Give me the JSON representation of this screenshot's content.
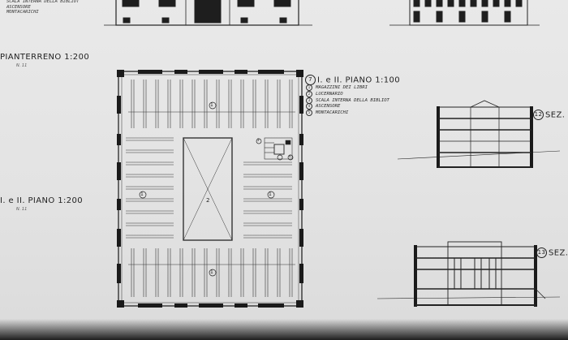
{
  "top_left_legend": [
    "SCALA INTERNA DELLA BIBLIOT",
    "ASCENSORE",
    "MONTACARICHI"
  ],
  "labels": {
    "ground_floor": "PIANTERRENO 1:200",
    "ground_floor_ref": "N. 11",
    "upper_floors_left": "I. e II. PIANO 1:200",
    "upper_floors_left_ref": "N. 11",
    "main_plan_number": "7",
    "main_plan_title": "I. e II. PIANO 1:100",
    "section_12_number": "12",
    "section_12_title": "SEZ.",
    "section_13_number": "13",
    "section_13_title": "SEZ."
  },
  "main_legend": [
    {
      "key": "1",
      "text": "MAGAZZINI DEI LIBRI"
    },
    {
      "key": "2",
      "text": "LUCERNARIO"
    },
    {
      "key": "3",
      "text": "SCALA INTERNA DELLA BIBLIOT"
    },
    {
      "key": "4",
      "text": "ASCENSORE"
    },
    {
      "key": "5",
      "text": "MONTACARICHI"
    }
  ],
  "plan_marks": {
    "stacks": "1",
    "skylight": "2",
    "stair": "3",
    "lift": "4"
  },
  "colors": {
    "paper": "#e6e6e6",
    "ink": "#1e1e1e",
    "line": "#3a3a3a",
    "dark": "#0e0e0e"
  }
}
